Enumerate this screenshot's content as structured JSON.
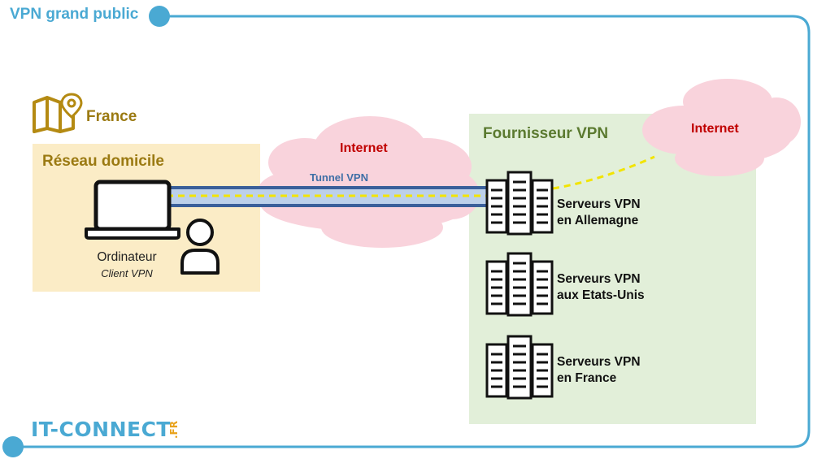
{
  "title": "VPN grand public",
  "location": {
    "label": "France",
    "icon": "map-pin-icon"
  },
  "home_network": {
    "label": "Réseau domicile"
  },
  "computer": {
    "label": "Ordinateur",
    "sublabel": "Client VPN",
    "icon": "laptop-icon"
  },
  "user": {
    "icon": "user-icon"
  },
  "internet_left": {
    "label": "Internet"
  },
  "tunnel": {
    "label": "Tunnel VPN"
  },
  "provider": {
    "label": "Fournisseur VPN"
  },
  "internet_right": {
    "label": "Internet"
  },
  "servers": [
    {
      "line1": "Serveurs VPN",
      "line2": "en Allemagne",
      "icon": "server-rack-icon"
    },
    {
      "line1": "Serveurs VPN",
      "line2": "aux Etats-Unis",
      "icon": "server-rack-icon"
    },
    {
      "line1": "Serveurs VPN",
      "line2": "en France",
      "icon": "server-rack-icon"
    }
  ],
  "brand": {
    "name": "IT-CONNECT",
    "suffix": ".FR"
  },
  "colors": {
    "frame": "#4aa9d3",
    "home_bg": "#fbecc6",
    "provider_bg": "#e2efd9",
    "cloud": "#f9d3dc",
    "tunnel_outer": "#3a5f9a",
    "tunnel_inner": "#bcd0ea",
    "tunnel_line": "#f2e400",
    "gold": "#9b7a12"
  }
}
